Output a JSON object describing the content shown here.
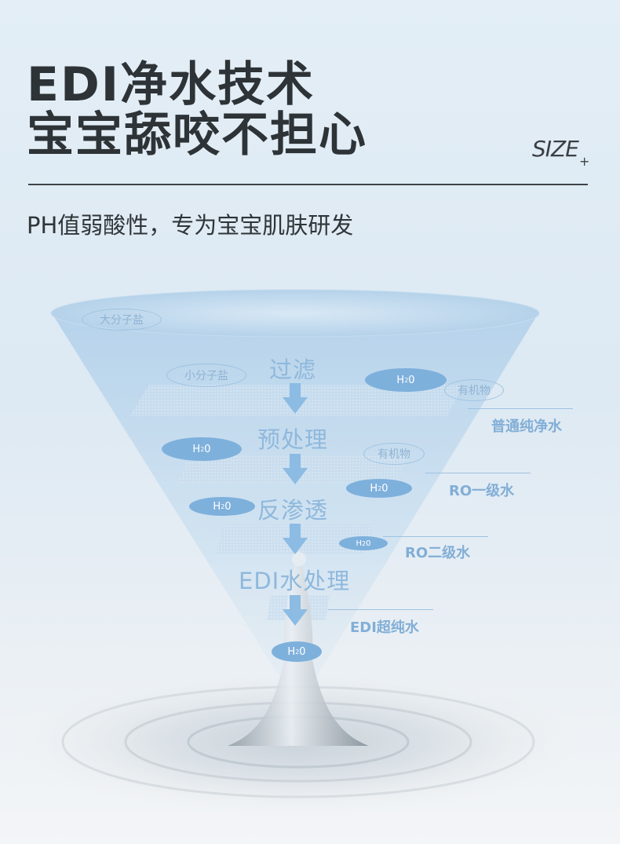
{
  "header": {
    "title_line1": "EDI净水技术",
    "title_line2": "宝宝舔咬不担心",
    "size_label": "SIZE",
    "size_plus": "+",
    "subtitle": "PH值弱酸性，专为宝宝肌肤研发"
  },
  "steps": [
    "过滤",
    "预处理",
    "反渗透",
    "EDI水处理"
  ],
  "molecule_label": "H2O",
  "molecule": {
    "main": "H",
    "sub": "2",
    "tail": "0"
  },
  "tags": {
    "large_salt": "大分子盐",
    "small_salt": "小分子盐",
    "organic": "有机物"
  },
  "levels": [
    "普通纯净水",
    "RO一级水",
    "RO二级水",
    "EDI超纯水"
  ],
  "colors": {
    "title": "#2d3336",
    "accent_blue": "#7eb0dc",
    "step_text": "#8fb8dc",
    "level_text": "#82aed6",
    "arrow": "#8cbbe3"
  }
}
